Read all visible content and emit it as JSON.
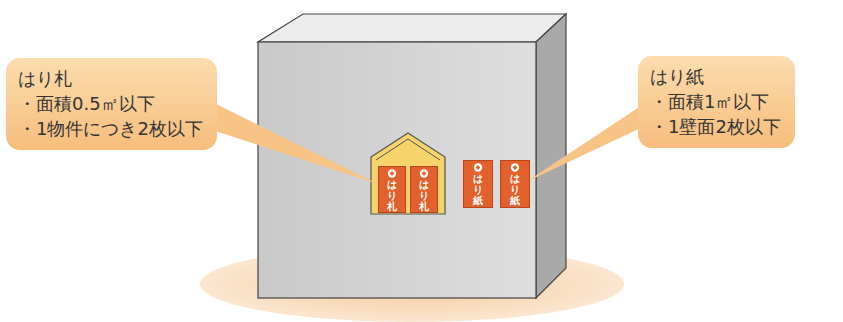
{
  "diagram": {
    "nodes": [
      {
        "text": [
          "はり札",
          "・面積0.5㎡以下",
          "・1物件につき2枚以下"
        ]
      },
      {
        "text": [
          "はり札"
        ]
      },
      {
        "text": [
          "はり札"
        ]
      },
      {
        "text": [
          "はり紙"
        ]
      },
      {
        "text": [
          "はり紙"
        ]
      },
      {
        "text": [
          "はり紙",
          "・面積1㎡以下",
          "・1壁面2枚以下"
        ]
      }
    ]
  }
}
